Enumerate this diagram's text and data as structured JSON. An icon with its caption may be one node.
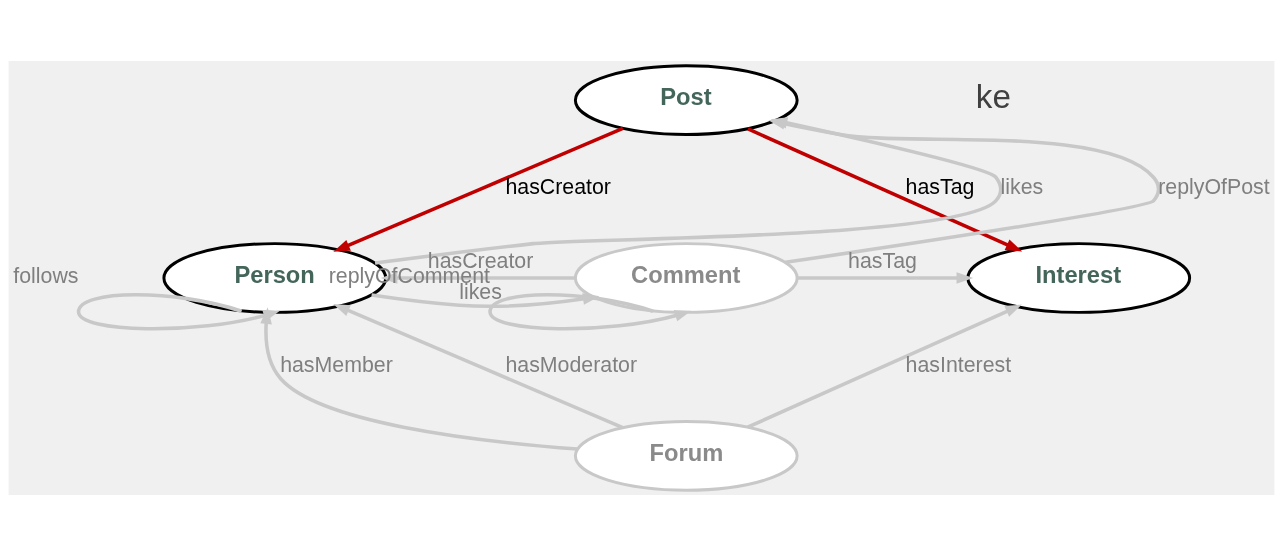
{
  "diagram": {
    "nodes": [
      {
        "text": [
          "Post"
        ]
      },
      {
        "text": [
          "Person"
        ]
      },
      {
        "text": [
          "Comment"
        ]
      },
      {
        "text": [
          "Interest"
        ]
      },
      {
        "text": [
          "Forum"
        ]
      }
    ],
    "edges": [
      {
        "from": 0,
        "to": 1,
        "arrow": "to",
        "label": "hasCreator",
        "color": "#c00000"
      },
      {
        "from": 0,
        "to": 3,
        "arrow": "to",
        "label": "hasTag",
        "color": "#c00000"
      },
      {
        "from": 1,
        "to": 0,
        "arrow": "to",
        "label": "likes"
      },
      {
        "from": 2,
        "to": 1,
        "arrow": "to",
        "label": "hasCreator"
      },
      {
        "from": 2,
        "to": 0,
        "arrow": "to",
        "label": "replyOfPost"
      },
      {
        "from": 2,
        "to": 3,
        "arrow": "to",
        "label": "hasTag"
      },
      {
        "from": 1,
        "to": 2,
        "arrow": "to",
        "label": "likes"
      },
      {
        "from": 1,
        "to": 1,
        "arrow": "to",
        "label": "follows"
      },
      {
        "from": 2,
        "to": 2,
        "arrow": "to",
        "label": "replyOfComment"
      },
      {
        "from": 4,
        "to": 1,
        "arrow": "to",
        "label": "hasMember"
      },
      {
        "from": 4,
        "to": 1,
        "arrow": "to",
        "label": "hasModerator"
      },
      {
        "from": 4,
        "to": 3,
        "arrow": "to",
        "label": "hasInterest"
      }
    ],
    "labels": [
      "ke"
    ]
  }
}
